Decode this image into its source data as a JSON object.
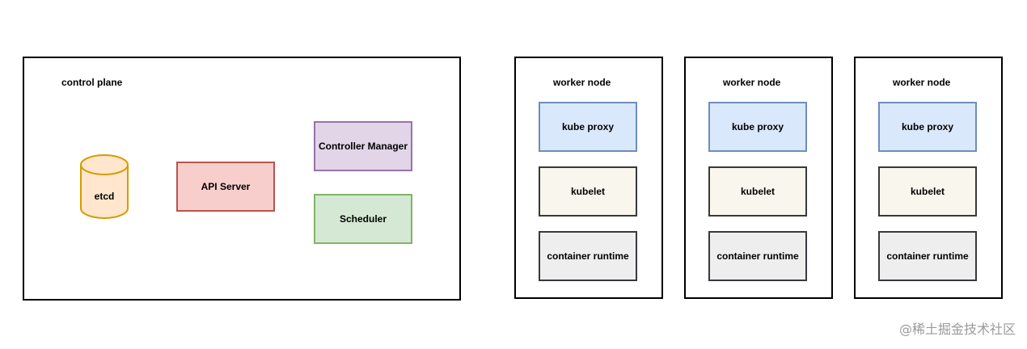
{
  "control_plane": {
    "title": "control plane",
    "etcd_label": "etcd",
    "api_server_label": "API Server",
    "controller_manager_label": "Controller Manager",
    "scheduler_label": "Scheduler"
  },
  "worker_nodes": [
    {
      "title": "worker node",
      "kube_proxy": "kube proxy",
      "kubelet": "kubelet",
      "container_runtime": "container runtime"
    },
    {
      "title": "worker node",
      "kube_proxy": "kube proxy",
      "kubelet": "kubelet",
      "container_runtime": "container runtime"
    },
    {
      "title": "worker node",
      "kube_proxy": "kube proxy",
      "kubelet": "kubelet",
      "container_runtime": "container runtime"
    }
  ],
  "watermark": "@稀土掘金技术社区",
  "colors": {
    "etcd_fill": "#ffe6cc",
    "etcd_stroke": "#d79b00",
    "api_fill": "#f8cecc",
    "api_stroke": "#b85450",
    "controller_fill": "#e1d5e7",
    "controller_stroke": "#9673a6",
    "scheduler_fill": "#d5e8d4",
    "scheduler_stroke": "#82b366",
    "proxy_fill": "#dae8fc",
    "proxy_stroke": "#6c8ebf",
    "kubelet_fill": "#f9f7ed",
    "kubelet_stroke": "#36393d",
    "runtime_fill": "#eeeeee",
    "runtime_stroke": "#36393d"
  }
}
